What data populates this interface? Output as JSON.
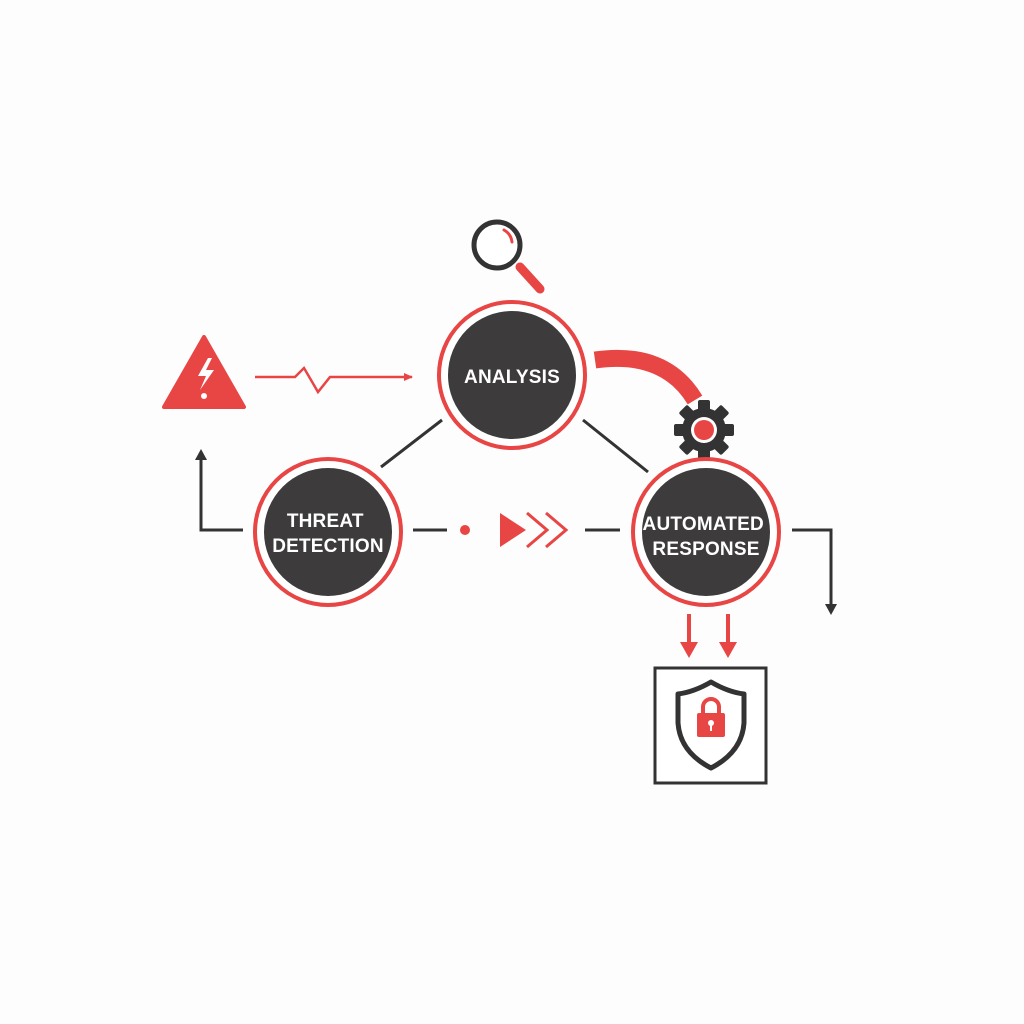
{
  "diagram": {
    "colors": {
      "accent": "#e84545",
      "node_fill": "#3d3b3b",
      "line": "#333333",
      "label": "#ffffff",
      "background": "#fdfdfd"
    },
    "nodes": {
      "analysis": {
        "lines": [
          "ANALYSIS"
        ]
      },
      "threat_detection": {
        "lines": [
          "THREAT",
          "DETECTION"
        ]
      },
      "automated_response": {
        "lines": [
          "AUTOMATED",
          "RESPONSE"
        ]
      }
    },
    "icons": {
      "warning": "warning-triangle-icon",
      "search": "magnifier-icon",
      "gear": "gear-icon",
      "shield": "shield-lock-icon",
      "forward": "fast-forward-chevrons-icon"
    }
  }
}
